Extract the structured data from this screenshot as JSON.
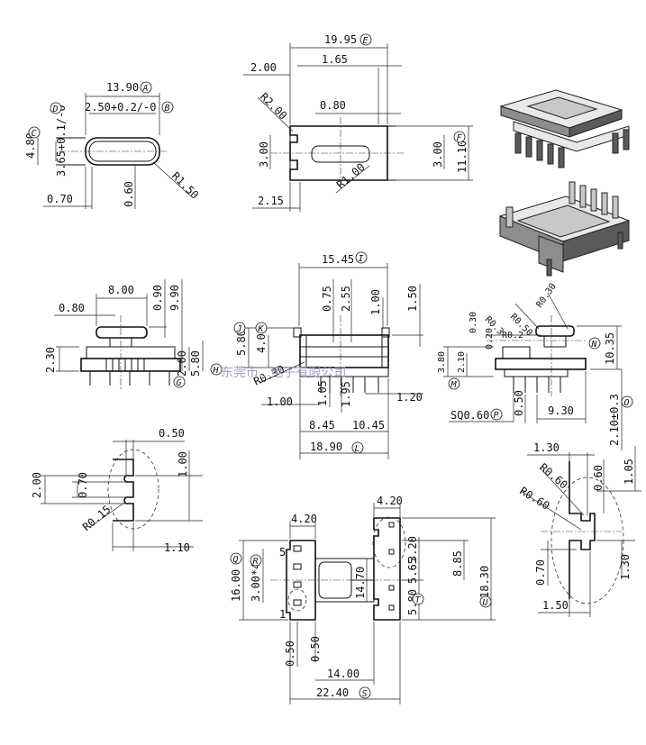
{
  "watermark": "东莞市...电子有限公司",
  "views": {
    "top_left": {
      "dims": {
        "width": "13.90",
        "inner": "2.50+0.2/-0",
        "height": "4.80",
        "tol": "3.65+0.1/-0",
        "left": "0.70",
        "gap": "0.60",
        "radius": "R1.50"
      },
      "markers": {
        "a": "A",
        "b": "B",
        "c": "C",
        "d": "D"
      }
    },
    "top_right": {
      "dims": {
        "width": "19.95",
        "left": "2.00",
        "slot": "1.65",
        "r_top": "R2.00",
        "mid": "0.80",
        "h_left": "3.00",
        "h_right": "3.00",
        "total": "11.10",
        "r_bot": "R1.00",
        "bottom": "2.15"
      },
      "markers": {
        "e": "E",
        "f": "F"
      }
    },
    "front_left": {
      "dims": {
        "top": "8.00",
        "small": "0.80",
        "h1": "0.90",
        "h2": "9.90",
        "left_h": "2.30",
        "mid_h": "2.00",
        "right_h": "5.80"
      },
      "markers": {
        "g": "G",
        "h": "H"
      }
    },
    "front_center": {
      "dims": {
        "width": "15.45",
        "d1": "0.75",
        "d2": "2.55",
        "d3": "1.00",
        "d4": "1.50",
        "h1": "5.80",
        "h2": "4.00",
        "r": "R0.30",
        "b1": "1.00",
        "b2": "1.05",
        "b3": "1.95",
        "b4": "1.20",
        "w1": "8.45",
        "w2": "10.45",
        "bottom": "18.90"
      },
      "markers": {
        "i": "I",
        "j": "J",
        "k": "K",
        "l": "L"
      }
    },
    "front_right": {
      "dims": {
        "r1": "R0.50",
        "r2": "R0.30",
        "r3": "R0.3",
        "r4": "R0.2",
        "v1": "0.30",
        "v2": "0.20",
        "left_h": "3.80",
        "h2": "2.10",
        "h_right": "10.35",
        "sq": "SQ0.60",
        "gap": "0.50",
        "w": "9.30",
        "tol": "2.10±0.3"
      },
      "markers": {
        "m": "M",
        "n": "N",
        "o": "O",
        "p": "P"
      }
    },
    "detail_left": {
      "dims": {
        "top": "0.50",
        "h": "2.00",
        "gap": "0.70",
        "right": "1.00",
        "r": "R0.15",
        "bottom": "1.10"
      }
    },
    "detail_right": {
      "dims": {
        "top": "1.30",
        "r1": "R0.60",
        "r2": "R0.60",
        "v1": "0.60",
        "v2": "1.05",
        "h1": "0.70",
        "h2": "1.30",
        "bottom": "1.50"
      }
    },
    "bottom": {
      "dims": {
        "left_w": "4.20",
        "right_w": "4.20",
        "height": "16.00",
        "pitch": "3.00*4",
        "pin5": "5",
        "pin1": "1",
        "mid_h": "14.70",
        "h1": "3.20",
        "h2": "5.65",
        "h3": "5.80",
        "h4": "8.85",
        "total": "18.30",
        "b1": "0.50",
        "b2": "0.50",
        "w1": "14.00",
        "total_w": "22.40"
      },
      "markers": {
        "q": "Q",
        "r": "R",
        "s": "S",
        "t": "T",
        "u": "U"
      }
    }
  }
}
